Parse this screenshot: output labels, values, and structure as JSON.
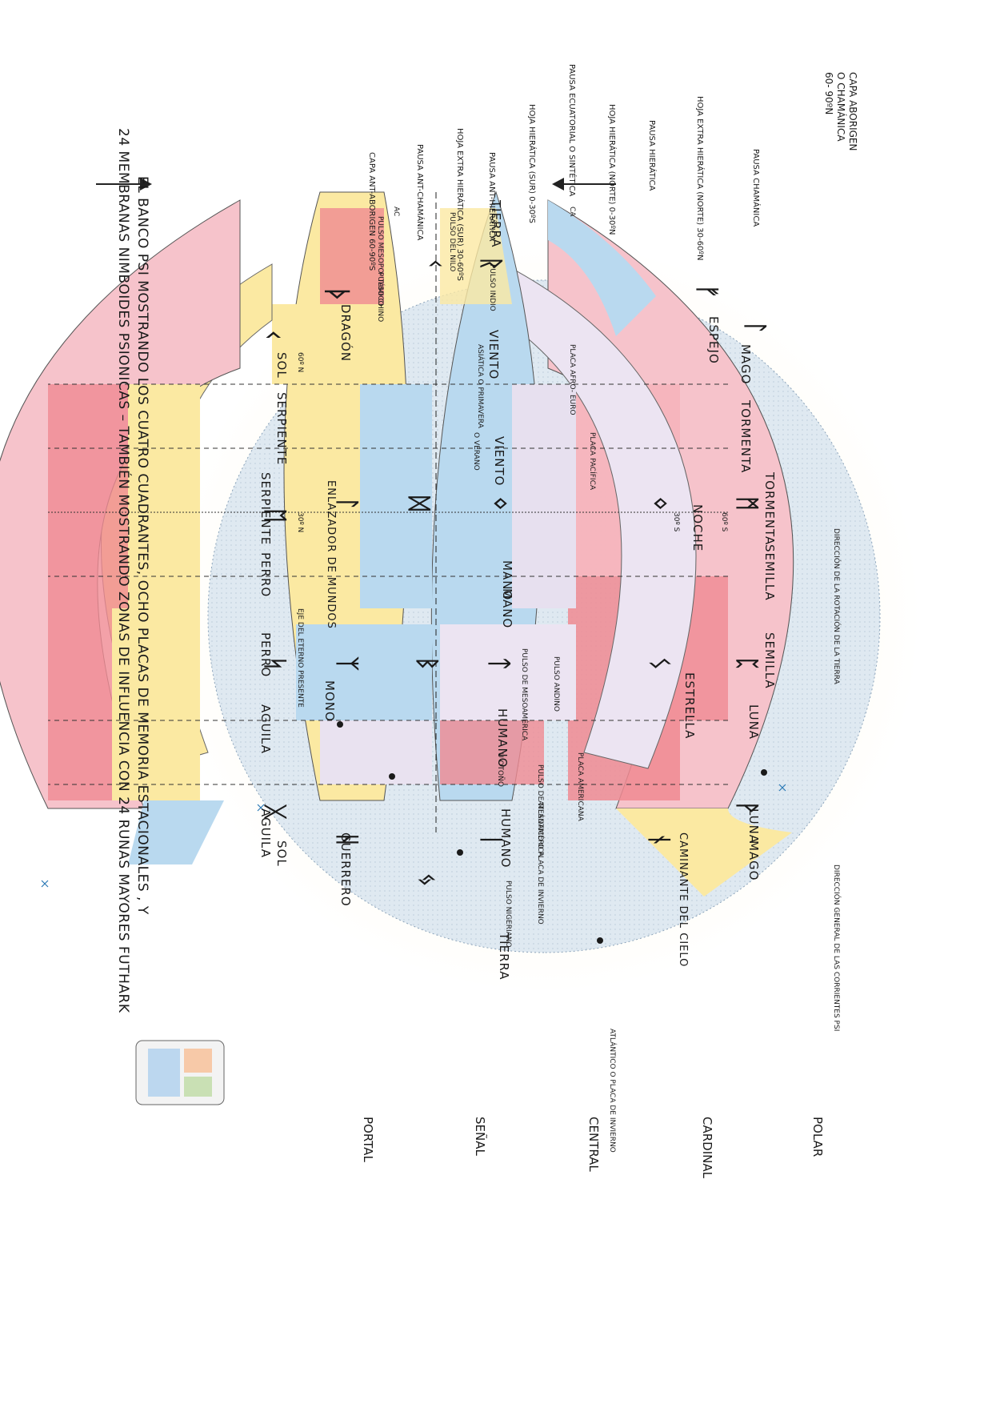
{
  "header": {
    "top_left_label": [
      "CAPA ABORIGEN",
      "O CHAMÁNICA",
      "60- 90ºN"
    ]
  },
  "caption": {
    "line1": "EL BANCO PSI  MOSTRANDO LOS CUATRO CUADRANTES, OCHO PLACAS DE MEMORIA ESTACIONALES , Y",
    "line2": "24 MEMBRANAS NIMBOIDES PSIONICAS   – TAMBIÉN MOSTRANDO ZONAS DE INFLUENCIA CON 24 RUNAS MAYORES FUTHARK"
  },
  "rows": [
    "POLAR",
    "CARDINAL",
    "CENTRAL",
    "SEÑAL",
    "PORTAL"
  ],
  "layers": [
    "PAUSA CHAMÁNICA",
    "HOJA EXTRA HIERÁTICA (NORTE) 30-60ºN",
    "PAUSA HIERÁTICA",
    "HOJA HIERÁTICA (NORTE) 0-30ºN",
    "PAUSA ECUATORIAL O SINTÉTICA",
    "HOJA HIERÁTICA (SUR) 0-30ºS",
    "PAUSA ANT-HIERÁTICA",
    "HOJA EXTRA HIERÁTICA (SUR) 30-60ºS",
    "PAUSA ANT-CHAMÁNICA",
    "CAPA ANT-ABORIGEN 60-90ºS"
  ],
  "bands": {
    "tierra": "TIERRA",
    "viento": "VIENTO",
    "mano": "MANO",
    "humano": "HUMANO"
  },
  "plates": {
    "afro_euro": "PLACA AFRO- EURO",
    "asiatica": "ASIÁTICA O PRIMAVERA",
    "pacifica": "PLACA PACÍFICA",
    "verano": "O VERANO",
    "americana": "PLACA AMERICANA",
    "otono": "U OTOÑO",
    "atlantico": "ATLÁNTICO O PLACA DE INVIERNO"
  },
  "signs": {
    "sol": "SOL",
    "dragon": "DRAGÓN",
    "serpiente": "SERPIENTE",
    "espejo": "ESPEJO",
    "mago": "MAGO",
    "tormenta": "TORMENTA",
    "enlazador": "ENLAZADOR DE MUNDOS",
    "perro": "PERRO",
    "noche": "NOCHE",
    "semilla": "SEMILLA",
    "mono": "MONO",
    "aguila": "AGUILA",
    "estrella": "ESTRELLA",
    "luna": "LUNA",
    "guerrero": "GUERRERO",
    "caminante": "CAMINANTE DEL CIELO"
  },
  "pulses": {
    "nilo": "PULSO DEL NILO",
    "indio": "PULSO INDIO",
    "mesopotamico": "PULSO MESOPO- TÁMICO",
    "chino": "PULSO CHINO",
    "mesoamerica": "PULSO DE MESOAMÉRICA",
    "andino": "PULSO ANDINO",
    "nigeriano": "PULSO NIGERIANO"
  },
  "axes": {
    "eterno": "EJE DEL ETERNO PRESENTE",
    "rotacion": "DIRECCIÓN DE LA ROTACIÓN DE LA TIERRA",
    "corrientes": "DIRECCIÓN GENERAL DE LAS CORRIENTES PSI"
  },
  "latitudes": {
    "n60": "60º N",
    "n30": "30º N",
    "s30": "30º S",
    "s60": "60º S"
  },
  "markers": {
    "ca": "CA",
    "ac": "AC"
  },
  "runes": {
    "sol": "ᚲ",
    "dragon": "ᚦ",
    "nilo": "ᚲ",
    "indio": "ᚱ",
    "espejo": "ᚠ",
    "mago": "ᛚ",
    "serpiente": "ᛖ",
    "enlazador": "ᛚ",
    "viento": "ᛞ",
    "noche": "ᛜ",
    "tormenta": "ᛗ",
    "mano_a": "ᛜ",
    "perro": "ᛋ",
    "mono": "ᛉ",
    "humano_a": "ᛒ",
    "humano_b": "ᛏ",
    "estrella": "ᛊ",
    "semilla": "ᛈ",
    "aguila": "ᚷ",
    "guerrero": "ᚺ",
    "humano_c": "ᛁ",
    "tierra": "ᛃ",
    "caminante": "ᚾ",
    "luna": "ᚹ"
  },
  "colors": {
    "red": "#f08a92",
    "pink": "#fbd5dc",
    "lavender": "#e9e2f0",
    "blue": "#b9d9ef",
    "yellow": "#fbe9a2",
    "globe": "#dfe9f1",
    "ink": "#1a1a1a"
  }
}
